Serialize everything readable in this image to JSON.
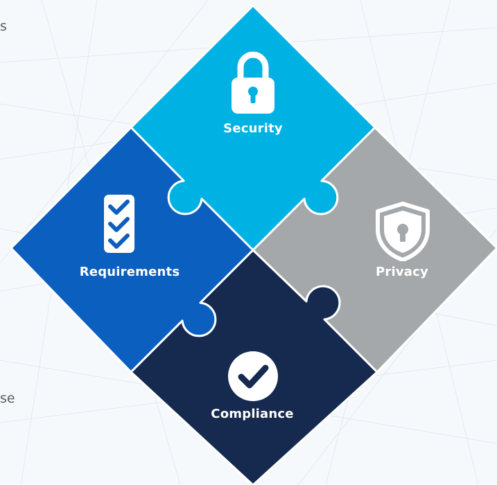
{
  "diagram": {
    "pieces": [
      {
        "id": "security",
        "label": "Security",
        "icon": "padlock-icon",
        "color": "#00b2e3"
      },
      {
        "id": "requirements",
        "label": "Requirements",
        "icon": "checklist-icon",
        "color": "#0b5fbf"
      },
      {
        "id": "privacy",
        "label": "Privacy",
        "icon": "shield-lock-icon",
        "color": "#a5a8ab"
      },
      {
        "id": "compliance",
        "label": "Compliance",
        "icon": "check-circle-icon",
        "color": "#152a4e"
      }
    ]
  },
  "edge_text": {
    "top": "s",
    "bottom": "se"
  }
}
